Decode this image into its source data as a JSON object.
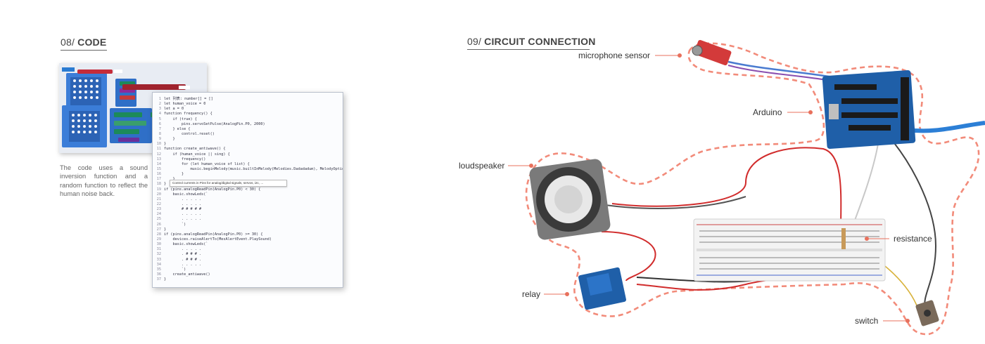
{
  "left_section": {
    "number": "08/",
    "title": "CODE",
    "caption": "The code uses a sound inversion function and a random function to reflect the human noise back."
  },
  "right_section": {
    "number": "09/",
    "title": "CIRCUIT CONNECTION"
  },
  "code_editor": {
    "lines": [
      "let 列表: number[] = []",
      "let human_voice = 0",
      "let a = 0",
      "function frequency() {",
      "    if (true) {",
      "        pins.servoSetPulse(AnalogPin.P0, 2000)",
      "    } else {",
      "        control.reset()",
      "    }",
      "}",
      "function create_antiwave() {",
      "    if (human_voice || sing) {",
      "        frequency()",
      "        for (let human_voice of list) {",
      "            music.beginMelody(music.builtInMelody(Melodies.Dadadadum), MelodyOptions.Once)",
      "        }",
      "    }",
      "}",
      "if (pins.analogReadPin(AnalogPin.P0) < 30) {",
      "    basic.showLeds(`",
      "        . . . . .",
      "        . . . . .",
      "        # # # # #",
      "        . . . . .",
      "        . . . . .",
      "        `)",
      "}",
      "if (pins.analogReadPin(AnalogPin.P0) >= 30) {",
      "    devices.raiseAlertTo(MesAlertEvent.PlaySound)",
      "    basic.showLeds(`",
      "        . . . . .",
      "        . # # # .",
      "        . # # # .",
      "        . . . . .",
      "        `)",
      "    create_antiwave()",
      "}"
    ],
    "tooltip": "Control currents in Pins for analog/digital signals, servos, i2c, ..."
  },
  "circuit_labels": {
    "microphone": "microphone sensor",
    "arduino": "Arduino",
    "loudspeaker": "loudspeaker",
    "relay": "relay",
    "resistance": "resistance",
    "switch": "switch"
  },
  "colors": {
    "dash_outline": "#f28b7a",
    "label_dot": "#e8705c",
    "arduino_blue": "#1f5fa8",
    "wire_red": "#cc2a2a",
    "wire_gray": "#555555"
  }
}
